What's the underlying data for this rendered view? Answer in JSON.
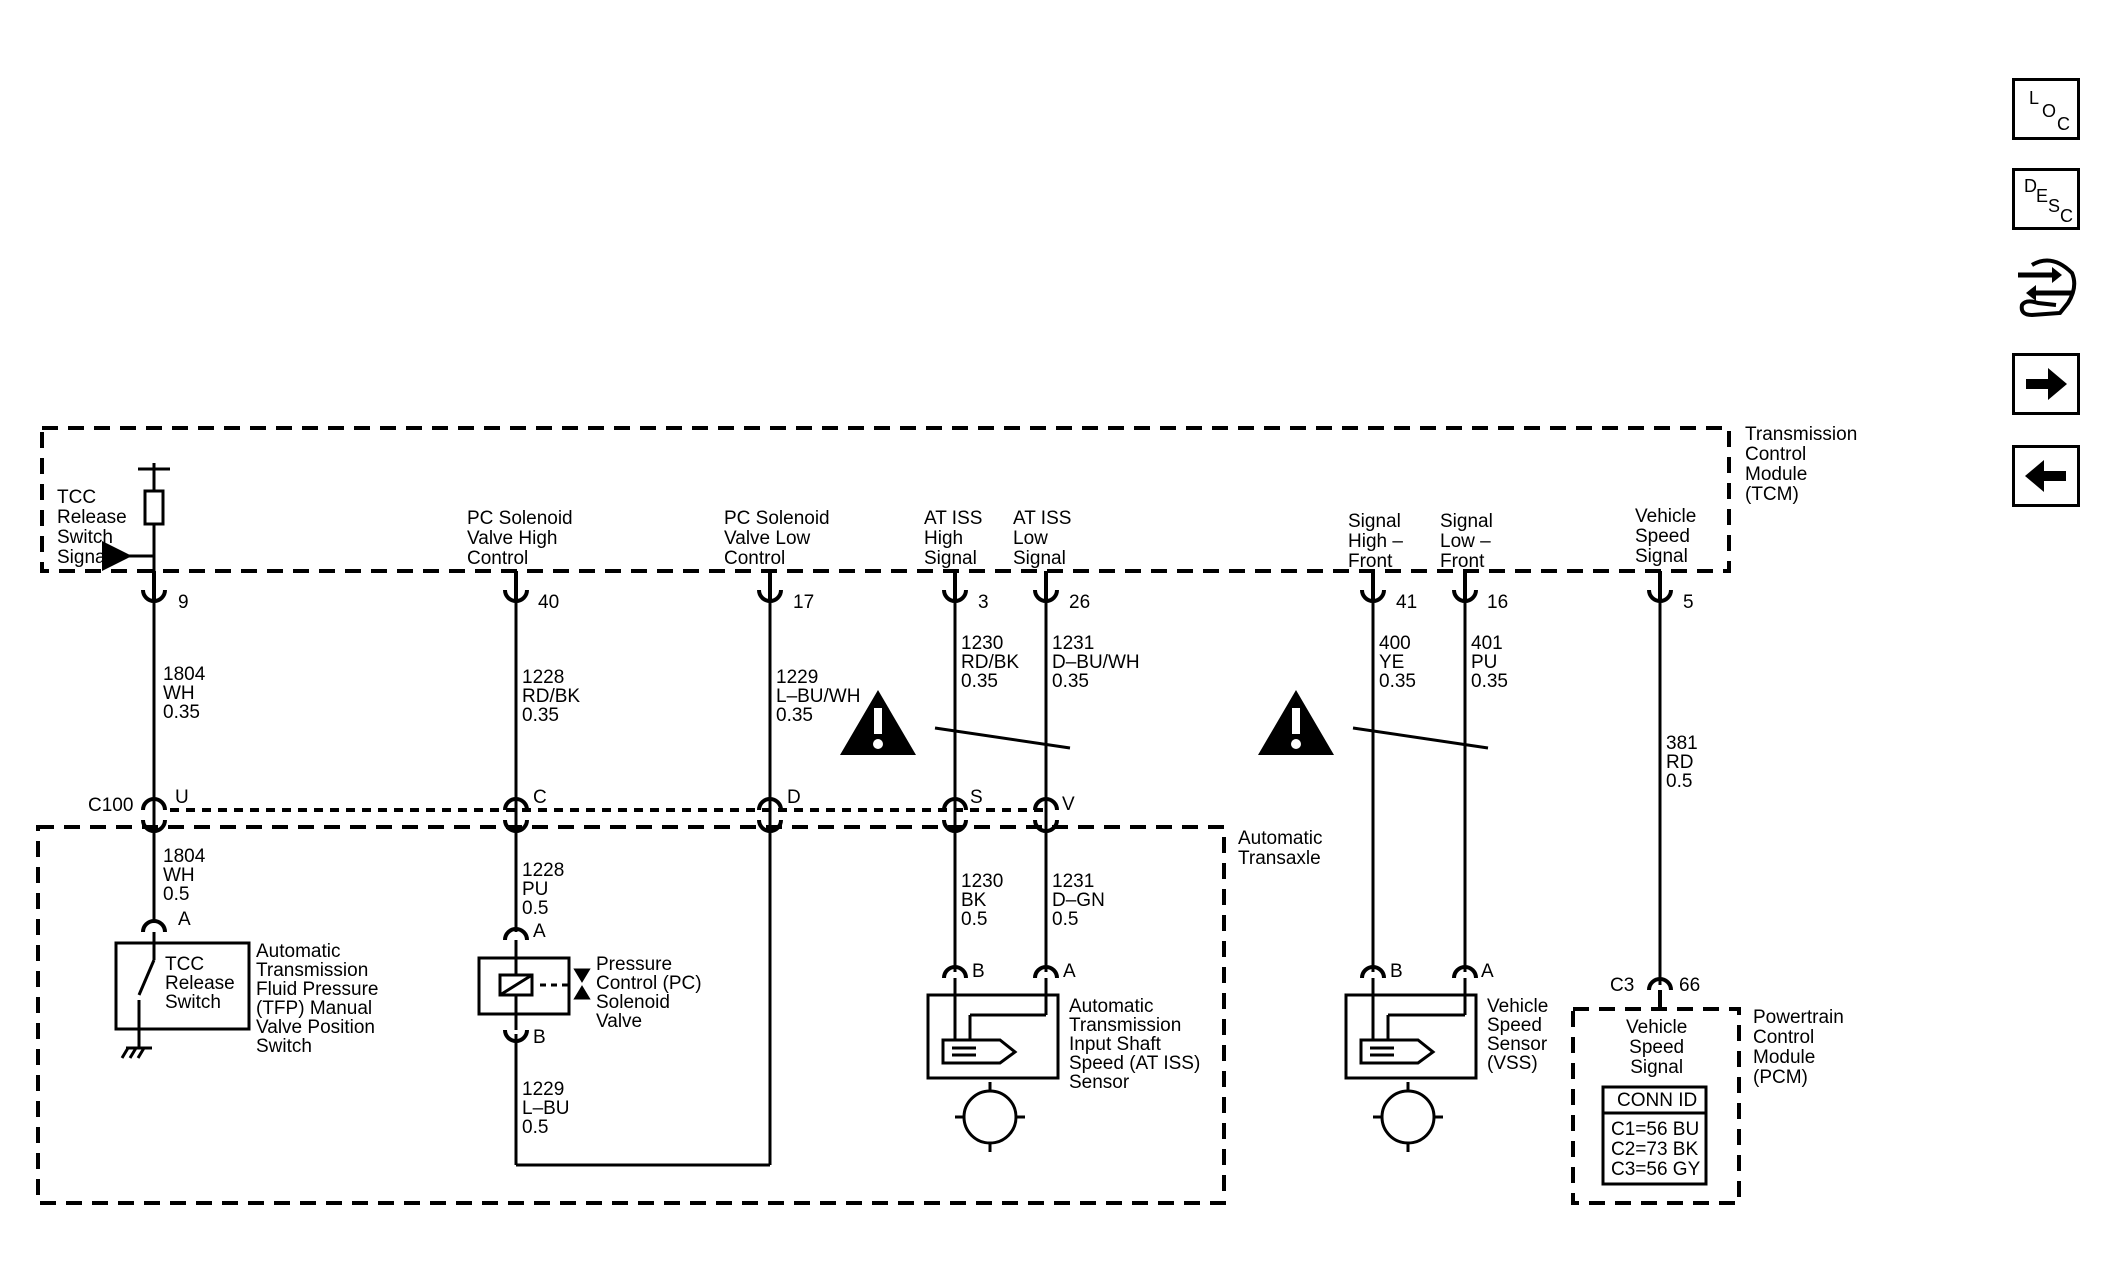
{
  "tcm": {
    "label": [
      "Transmission",
      "Control",
      "Module",
      "(TCM)"
    ]
  },
  "transaxle": {
    "label": [
      "Automatic",
      "Transaxle"
    ]
  },
  "pcm": {
    "label": [
      "Powertrain",
      "Control",
      "Module",
      "(PCM)"
    ]
  },
  "connector": {
    "c100": "C100",
    "c3": "C3"
  },
  "pins": {
    "tcc": {
      "name": [
        "TCC",
        "Release",
        "Switch",
        "Signal"
      ],
      "pin": "9"
    },
    "pc_high": {
      "name": [
        "PC Solenoid",
        "Valve High",
        "Control"
      ],
      "pin": "40"
    },
    "pc_low": {
      "name": [
        "PC Solenoid",
        "Valve Low",
        "Control"
      ],
      "pin": "17"
    },
    "iss_high": {
      "name": [
        "AT ISS",
        "High",
        "Signal"
      ],
      "pin": "3"
    },
    "iss_low": {
      "name": [
        "AT ISS",
        "Low",
        "Signal"
      ],
      "pin": "26"
    },
    "sig_high": {
      "name": [
        "Signal",
        "High –",
        "Front"
      ],
      "pin": "41"
    },
    "sig_low": {
      "name": [
        "Signal",
        "Low –",
        "Front"
      ],
      "pin": "16"
    },
    "vss": {
      "name": [
        "Vehicle",
        "Speed",
        "Signal"
      ],
      "pin": "5"
    }
  },
  "wires_upper": {
    "w1804": [
      "1804",
      "WH",
      "0.35"
    ],
    "w1228": [
      "1228",
      "RD/BK",
      "0.35"
    ],
    "w1229": [
      "1229",
      "L–BU/WH",
      "0.35"
    ],
    "w1230": [
      "1230",
      "RD/BK",
      "0.35"
    ],
    "w1231": [
      "1231",
      "D–BU/WH",
      "0.35"
    ],
    "w400": [
      "400",
      "YE",
      "0.35"
    ],
    "w401": [
      "401",
      "PU",
      "0.35"
    ],
    "w381": [
      "381",
      "RD",
      "0.5"
    ]
  },
  "c100_pins": [
    "U",
    "C",
    "D",
    "S",
    "V"
  ],
  "wires_lower": {
    "w1804": [
      "1804",
      "WH",
      "0.5"
    ],
    "w1228": [
      "1228",
      "PU",
      "0.5"
    ],
    "w1229": [
      "1229",
      "L–BU",
      "0.5"
    ],
    "w1230": [
      "1230",
      "BK",
      "0.5"
    ],
    "w1231": [
      "1231",
      "D–GN",
      "0.5"
    ]
  },
  "components": {
    "tcc_switch": {
      "pin": "A",
      "inner": [
        "TCC",
        "Release",
        "Switch"
      ],
      "label": [
        "Automatic",
        "Transmission",
        "Fluid Pressure",
        "(TFP) Manual",
        "Valve Position",
        "Switch"
      ]
    },
    "pc_solenoid": {
      "pin_a": "A",
      "pin_b": "B",
      "label": [
        "Pressure",
        "Control (PC)",
        "Solenoid",
        "Valve"
      ]
    },
    "iss_sensor": {
      "pin_b": "B",
      "pin_a": "A",
      "label": [
        "Automatic",
        "Transmission",
        "Input Shaft",
        "Speed (AT ISS)",
        "Sensor"
      ]
    },
    "vss_sensor": {
      "pin_b": "B",
      "pin_a": "A",
      "label": [
        "Vehicle",
        "Speed",
        "Sensor",
        "(VSS)"
      ]
    },
    "pcm_signal": {
      "pin": "66",
      "label": [
        "Vehicle",
        "Speed",
        "Signal"
      ]
    }
  },
  "conn_id": {
    "title": "CONN ID",
    "rows": [
      "C1=56 BU",
      "C2=73 BK",
      "C3=56 GY"
    ]
  },
  "nav": {
    "loc": [
      "L",
      "O",
      "C"
    ],
    "desc": [
      "D",
      "E",
      "S",
      "C"
    ]
  }
}
